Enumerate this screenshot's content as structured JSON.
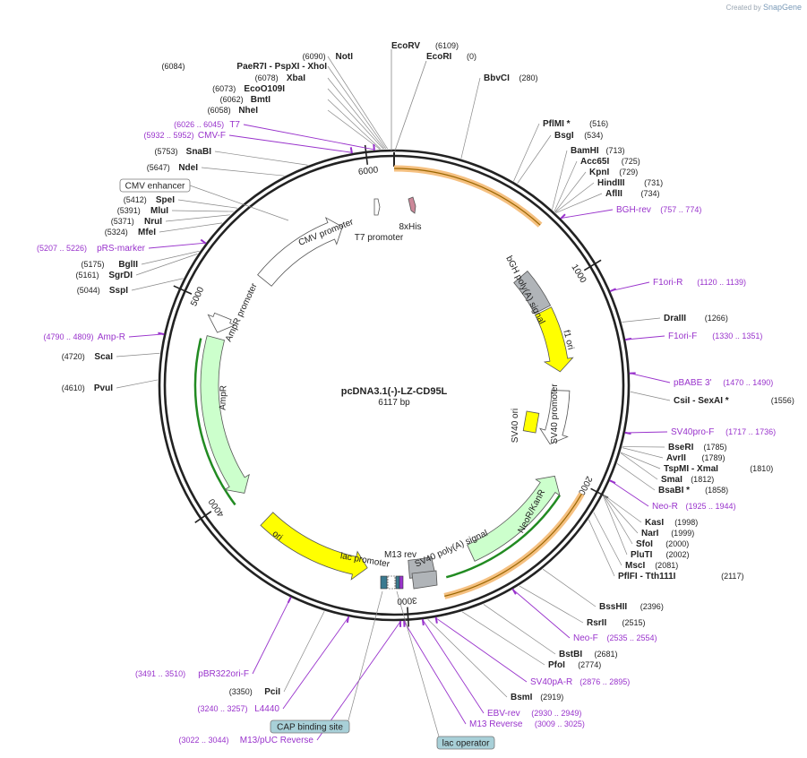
{
  "header": {
    "credit_prefix": "Created by",
    "credit_brand": "SnapGene"
  },
  "plasmid": {
    "name": "pcDNA3.1(-)-LZ-CD95L",
    "size_text": "6117 bp",
    "length": 6117
  },
  "ruler_ticks": [
    "1000",
    "2000",
    "3000",
    "4000",
    "5000",
    "6000"
  ],
  "colors": {
    "primer": "#9933cc",
    "enzyme": "#222222",
    "line": "#888888"
  },
  "features": [
    {
      "label": "bGH poly(A) signal",
      "color": "#b0b4b8"
    },
    {
      "label": "f1 ori",
      "color": "#ffff00"
    },
    {
      "label": "SV40 promoter",
      "color": "#ffffff"
    },
    {
      "label": "SV40 ori",
      "color": "#ffff00"
    },
    {
      "label": "NeoR/KanR",
      "color": "#ccffcc"
    },
    {
      "label": "SV40 poly(A) signal",
      "color": "#b0b4b8"
    },
    {
      "label": "M13 rev",
      "color": "#ffffff"
    },
    {
      "label": "lac promoter",
      "color": "#ffffff"
    },
    {
      "label": "ori",
      "color": "#ffff00"
    },
    {
      "label": "AmpR",
      "color": "#ccffcc"
    },
    {
      "label": "AmpR promoter",
      "color": "#ffffff"
    },
    {
      "label": "CMV promoter",
      "color": "#ffffff"
    },
    {
      "label": "T7 promoter",
      "color": "#ffffff"
    },
    {
      "label": "8xHis",
      "color": "#cc8899"
    }
  ],
  "boxes": [
    {
      "label": "CMV enhancer",
      "fill": "#ffffff"
    },
    {
      "label": "CAP binding site",
      "fill": "#a8d0d8"
    },
    {
      "label": "lac operator",
      "fill": "#a8d0d8"
    }
  ],
  "right_labels": [
    {
      "name": "BbvCI",
      "pos": "(280)",
      "primer": false
    },
    {
      "name": "PflMI *",
      "pos": "(516)",
      "primer": false
    },
    {
      "name": "BsgI",
      "pos": "(534)",
      "primer": false
    },
    {
      "name": "BamHI",
      "pos": "(713)",
      "primer": false
    },
    {
      "name": "Acc65I",
      "pos": "(725)",
      "primer": false
    },
    {
      "name": "KpnI",
      "pos": "(729)",
      "primer": false
    },
    {
      "name": "HindIII",
      "pos": "(731)",
      "primer": false
    },
    {
      "name": "AflII",
      "pos": "(734)",
      "primer": false
    },
    {
      "name": "BGH-rev",
      "pos": "(757 .. 774)",
      "primer": true
    },
    {
      "name": "F1ori-R",
      "pos": "(1120 .. 1139)",
      "primer": true
    },
    {
      "name": "DraIII",
      "pos": "(1266)",
      "primer": false
    },
    {
      "name": "F1ori-F",
      "pos": "(1330 .. 1351)",
      "primer": true
    },
    {
      "name": "pBABE 3'",
      "pos": "(1470 .. 1490)",
      "primer": true
    },
    {
      "name": "CsiI   - SexAI *",
      "pos": "(1556)",
      "primer": false
    },
    {
      "name": "SV40pro-F",
      "pos": "(1717 .. 1736)",
      "primer": true
    },
    {
      "name": "BseRI",
      "pos": "(1785)",
      "primer": false
    },
    {
      "name": "AvrII",
      "pos": "(1789)",
      "primer": false
    },
    {
      "name": "TspMI   - XmaI",
      "pos": "(1810)",
      "primer": false
    },
    {
      "name": "SmaI",
      "pos": "(1812)",
      "primer": false
    },
    {
      "name": "BsaBI *",
      "pos": "(1858)",
      "primer": false
    },
    {
      "name": "Neo-R",
      "pos": "(1925 .. 1944)",
      "primer": true
    },
    {
      "name": "KasI",
      "pos": "(1998)",
      "primer": false
    },
    {
      "name": "NarI",
      "pos": "(1999)",
      "primer": false
    },
    {
      "name": "SfoI",
      "pos": "(2000)",
      "primer": false
    },
    {
      "name": "PluTI",
      "pos": "(2002)",
      "primer": false
    },
    {
      "name": "MscI",
      "pos": "(2081)",
      "primer": false
    },
    {
      "name": "PflFI   - Tth111I",
      "pos": "(2117)",
      "primer": false
    },
    {
      "name": "BssHII",
      "pos": "(2396)",
      "primer": false
    },
    {
      "name": "RsrII",
      "pos": "(2515)",
      "primer": false
    },
    {
      "name": "Neo-F",
      "pos": "(2535 .. 2554)",
      "primer": true
    },
    {
      "name": "BstBI",
      "pos": "(2681)",
      "primer": false
    },
    {
      "name": "PfoI",
      "pos": "(2774)",
      "primer": false
    },
    {
      "name": "SV40pA-R",
      "pos": "(2876 .. 2895)",
      "primer": true
    },
    {
      "name": "BsmI",
      "pos": "(2919)",
      "primer": false
    },
    {
      "name": "EBV-rev",
      "pos": "(2930 .. 2949)",
      "primer": true
    },
    {
      "name": "M13 Reverse",
      "pos": "(3009 .. 3025)",
      "primer": true
    }
  ],
  "left_labels": [
    {
      "name": "T7",
      "pos": "(6026 .. 6045)",
      "primer": true
    },
    {
      "name": "CMV-F",
      "pos": "(5932 .. 5952)",
      "primer": true
    },
    {
      "name": "SnaBI",
      "pos": "(5753)",
      "primer": false
    },
    {
      "name": "NdeI",
      "pos": "(5647)",
      "primer": false
    },
    {
      "name": "SpeI",
      "pos": "(5412)",
      "primer": false
    },
    {
      "name": "MluI",
      "pos": "(5391)",
      "primer": false
    },
    {
      "name": "NruI",
      "pos": "(5371)",
      "primer": false
    },
    {
      "name": "MfeI",
      "pos": "(5324)",
      "primer": false
    },
    {
      "name": "pRS-marker",
      "pos": "(5207 .. 5226)",
      "primer": true
    },
    {
      "name": "BglII",
      "pos": "(5175)",
      "primer": false
    },
    {
      "name": "SgrDI",
      "pos": "(5161)",
      "primer": false
    },
    {
      "name": "SspI",
      "pos": "(5044)",
      "primer": false
    },
    {
      "name": "Amp-R",
      "pos": "(4790 .. 4809)",
      "primer": true
    },
    {
      "name": "ScaI",
      "pos": "(4720)",
      "primer": false
    },
    {
      "name": "PvuI",
      "pos": "(4610)",
      "primer": false
    },
    {
      "name": "pBR322ori-F",
      "pos": "(3491 .. 3510)",
      "primer": true
    },
    {
      "name": "PciI",
      "pos": "(3350)",
      "primer": false
    },
    {
      "name": "L4440",
      "pos": "(3240 .. 3257)",
      "primer": true
    },
    {
      "name": "M13/pUC Reverse",
      "pos": "(3022 .. 3044)",
      "primer": true
    }
  ],
  "top_left_labels": [
    {
      "name": "NotI",
      "pos": "(6090)"
    },
    {
      "name": "PaeR7I   - PspXI   - XhoI",
      "pos": "(6084)"
    },
    {
      "name": "XbaI",
      "pos": "(6078)"
    },
    {
      "name": "EcoO109I",
      "pos": "(6073)"
    },
    {
      "name": "BmtI",
      "pos": "(6062)"
    },
    {
      "name": "NheI",
      "pos": "(6058)"
    }
  ],
  "top_labels": [
    {
      "name": "EcoRV",
      "pos": "(6109)"
    },
    {
      "name": "EcoRI",
      "pos": "(0)"
    }
  ]
}
